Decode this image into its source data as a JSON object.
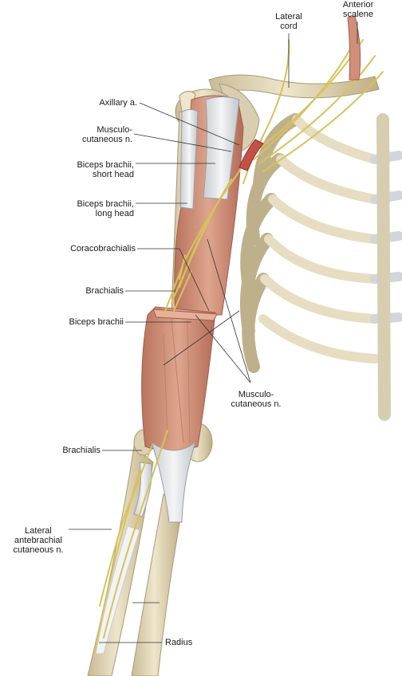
{
  "labels": {
    "anterior_scalene": "Anterior\nscalene",
    "lateral_cord": "Lateral\ncord",
    "axillary_a": "Axillary a.",
    "musculocutaneous_n_upper": "Musculo-\ncutaneous n.",
    "biceps_short_head": "Biceps brachii,\nshort head",
    "biceps_long_head": "Biceps brachii,\nlong head",
    "coracobrachialis": "Coracobrachialis",
    "brachialis_upper": "Brachialis",
    "biceps_brachii": "Biceps brachii",
    "musculocutaneous_n_lower": "Musculo-\ncutaneous n.",
    "brachialis_lower": "Brachialis",
    "lateral_antebrachial": "Lateral\nantebrachial\ncutaneous n.",
    "radius": "Radius"
  },
  "colors": {
    "bone": "#e6dcc0",
    "bone_shadow": "#b8a985",
    "muscle": "#d49a83",
    "muscle_dark": "#b46f5a",
    "tendon": "#e4e6e8",
    "nerve": "#d8c25a",
    "artery": "#c4504a",
    "leader_line": "#333333"
  }
}
